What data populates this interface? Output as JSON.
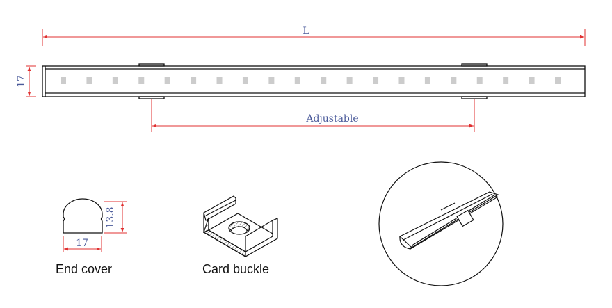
{
  "dimensions": {
    "length": "L",
    "height": "17",
    "adjustable": "Adjustable",
    "cover_width": "17",
    "cover_height": "13.8"
  },
  "captions": {
    "end_cover": "End cover",
    "card_buckle": "Card buckle"
  },
  "colors": {
    "dimension_line": "#e03030",
    "dimension_text": "#4a5a9a",
    "outline": "#111111",
    "led": "#cccccc"
  },
  "led_count": 20
}
